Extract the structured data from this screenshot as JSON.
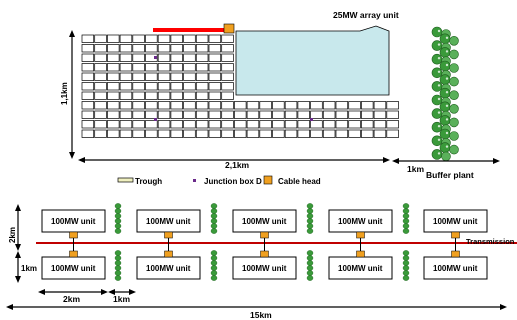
{
  "top": {
    "array_label": "25MW array unit",
    "height_label": "1,1km",
    "width_label": "2,1km",
    "buffer_width_label": "1km",
    "buffer_label": "Buffer plant",
    "grid": {
      "cols": 12,
      "rows_full": 7,
      "rows_bottom": 4,
      "cols_right_block": 13
    }
  },
  "legend": [
    {
      "label": "Trough",
      "icon": "trough-swatch"
    },
    {
      "label": "Junction box D",
      "icon": "junction-box-dot"
    },
    {
      "label": "Cable head",
      "icon": "cable-head-square"
    }
  ],
  "bottom": {
    "units": [
      "100MW unit",
      "100MW unit",
      "100MW unit",
      "100MW unit",
      "100MW unit",
      "100MW unit",
      "100MW unit",
      "100MW unit",
      "100MW unit",
      "100MW unit"
    ],
    "line_label": "Transmission",
    "dim_2km_vertical": "2km",
    "dim_1km_vertical": "1km",
    "dim_2km": "2km",
    "dim_1km": "1km",
    "dim_15km": "15km"
  },
  "colors": {
    "field": "#c8e8ec",
    "cable": "#ff0000",
    "cable_head": "#f0a020",
    "junction": "#6a2a8a",
    "trough_swatch": "#f0f0c0",
    "tree": "#3a9a3a",
    "transmission": "#c00000"
  }
}
